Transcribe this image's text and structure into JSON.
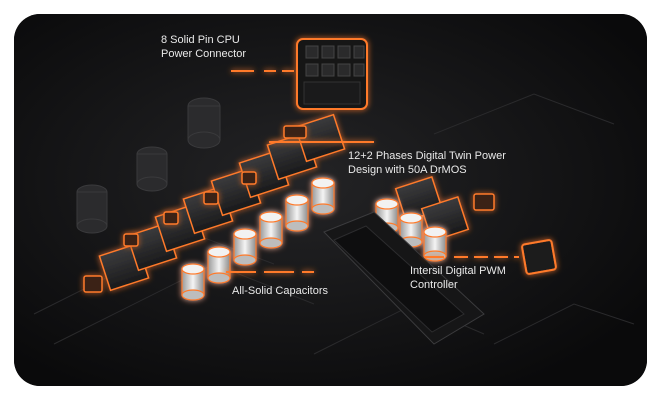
{
  "callouts": {
    "cpu_connector": {
      "line1": "8 Solid Pin CPU",
      "line2": "Power Connector"
    },
    "phases": {
      "line1": "12+2 Phases Digital Twin Power",
      "line2": "Design with 50A DrMOS"
    },
    "capacitors": {
      "line1": "All-Solid Capacitors"
    },
    "pwm": {
      "line1": "Intersil Digital PWM",
      "line2": "Controller"
    }
  },
  "colors": {
    "accent": "#ff7a2a",
    "board": "#151516",
    "text": "#e9e9e9"
  }
}
